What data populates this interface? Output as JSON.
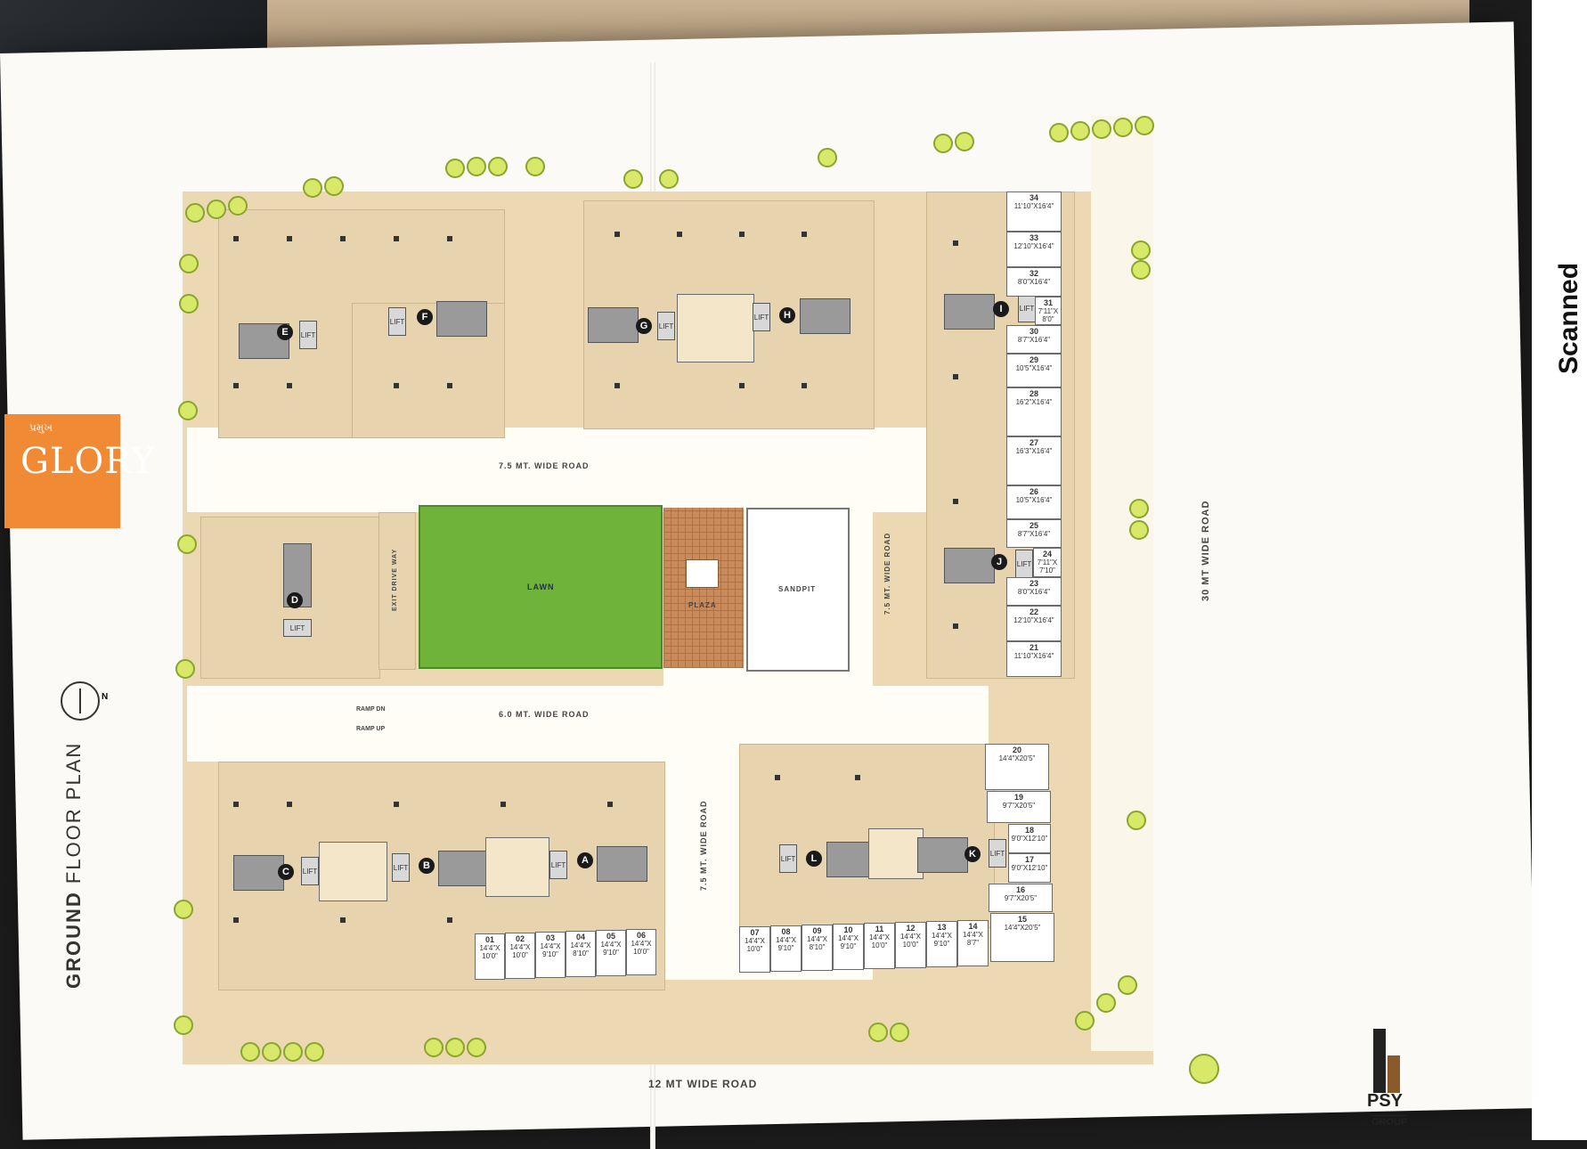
{
  "project": {
    "brand_small": "પ્રમુખ",
    "brand": "GLORY",
    "plan_title_bold": "GROUND",
    "plan_title_rest": "FLOOR PLAN",
    "north": "N",
    "developer": "PSY",
    "developer_sub": "GROUP",
    "scanner_text": "Scanned with CamScanner"
  },
  "roads": {
    "top": "7.5 MT. WIDE ROAD",
    "middle": "6.0 MT. WIDE ROAD",
    "vertical_center": "7.5 MT. WIDE ROAD",
    "vertical_right": "7.5 MT. WIDE ROAD",
    "east": "30 MT WIDE ROAD",
    "south": "12   MT WIDE ROAD",
    "exit_drive": "EXIT DRIVE WAY",
    "ramp_dn": "RAMP DN",
    "ramp_up": "RAMP UP"
  },
  "zones": {
    "lawn": "LAWN",
    "plaza": "PLAZA",
    "sandpit": "SANDPIT",
    "lift": "LIFT"
  },
  "cores": [
    "A",
    "B",
    "C",
    "D",
    "E",
    "F",
    "G",
    "H",
    "I",
    "J",
    "K",
    "L"
  ],
  "shops_bottom": [
    {
      "no": "01",
      "size": "14'4\"X 10'0\""
    },
    {
      "no": "02",
      "size": "14'4\"X 10'0\""
    },
    {
      "no": "03",
      "size": "14'4\"X 9'10\""
    },
    {
      "no": "04",
      "size": "14'4\"X 8'10\""
    },
    {
      "no": "05",
      "size": "14'4\"X 9'10\""
    },
    {
      "no": "06",
      "size": "14'4\"X 10'0\""
    },
    {
      "no": "07",
      "size": "14'4\"X 10'0\""
    },
    {
      "no": "08",
      "size": "14'4\"X 9'10\""
    },
    {
      "no": "09",
      "size": "14'4\"X 8'10\""
    },
    {
      "no": "10",
      "size": "14'4\"X 9'10\""
    },
    {
      "no": "11",
      "size": "14'4\"X 10'0\""
    },
    {
      "no": "12",
      "size": "14'4\"X 10'0\""
    },
    {
      "no": "13",
      "size": "14'4\"X 9'10\""
    },
    {
      "no": "14",
      "size": "14'4\"X 8'7\""
    }
  ],
  "shops_right": [
    {
      "no": "15",
      "size": "14'4\"X20'5\""
    },
    {
      "no": "16",
      "size": "9'7\"X20'5\""
    },
    {
      "no": "17",
      "size": "9'0\"X12'10\""
    },
    {
      "no": "18",
      "size": "9'0\"X12'10\""
    },
    {
      "no": "19",
      "size": "9'7\"X20'5\""
    },
    {
      "no": "20",
      "size": "14'4\"X20'5\""
    }
  ],
  "shops_east": [
    {
      "no": "21",
      "size": "11'10\"X16'4\""
    },
    {
      "no": "22",
      "size": "12'10\"X16'4\""
    },
    {
      "no": "23",
      "size": "8'0\"X16'4\""
    },
    {
      "no": "24",
      "size": "7'11\"X 7'10\""
    },
    {
      "no": "25",
      "size": "8'7\"X16'4\""
    },
    {
      "no": "26",
      "size": "10'5\"X16'4\""
    },
    {
      "no": "27",
      "size": "16'3\"X16'4\""
    },
    {
      "no": "28",
      "size": "16'2\"X16'4\""
    },
    {
      "no": "29",
      "size": "10'5\"X16'4\""
    },
    {
      "no": "30",
      "size": "8'7\"X16'4\""
    },
    {
      "no": "31",
      "size": "7'11\"X 8'0\""
    },
    {
      "no": "32",
      "size": "8'0\"X16'4\""
    },
    {
      "no": "33",
      "size": "12'10\"X16'4\""
    },
    {
      "no": "34",
      "size": "11'10\"X16'4\""
    }
  ],
  "colors": {
    "site": "#ecd9b4",
    "lawn": "#6fb33b",
    "plaza": "#c98b5b",
    "accent": "#f08a34"
  }
}
